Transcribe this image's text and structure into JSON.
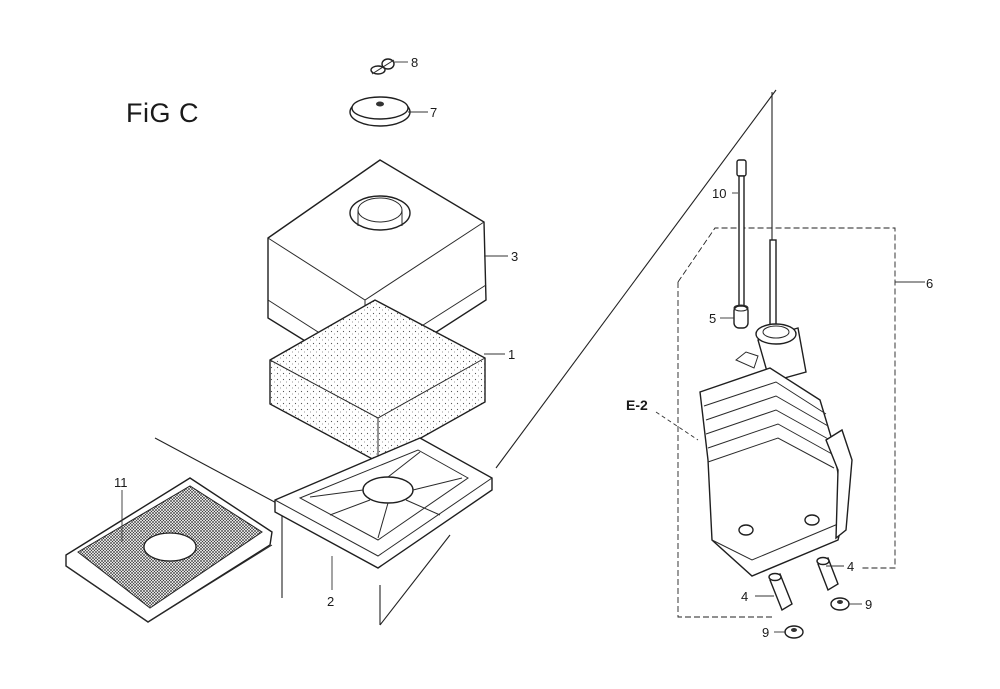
{
  "figure": {
    "title": "FiG C"
  },
  "callouts": {
    "c1": "1",
    "c2": "2",
    "c3": "3",
    "c4a": "4",
    "c4b": "4",
    "c5": "5",
    "c6": "6",
    "c7": "7",
    "c8": "8",
    "c9a": "9",
    "c9b": "9",
    "c10": "10",
    "c11": "11"
  },
  "reference": {
    "label": "E-2"
  },
  "parts": {
    "p1": "sponge-filter-icon",
    "p2": "filter-grid-icon",
    "p3": "air-cleaner-cover-icon",
    "p4": "dowel-pin-icon",
    "p5": "breather-pipe-icon",
    "p6": "air-cleaner-case-icon",
    "p7": "washer-icon",
    "p8": "wing-nut-icon",
    "p9": "flange-nut-icon",
    "p10": "stud-bolt-icon",
    "p11": "pre-filter-screen-icon"
  }
}
